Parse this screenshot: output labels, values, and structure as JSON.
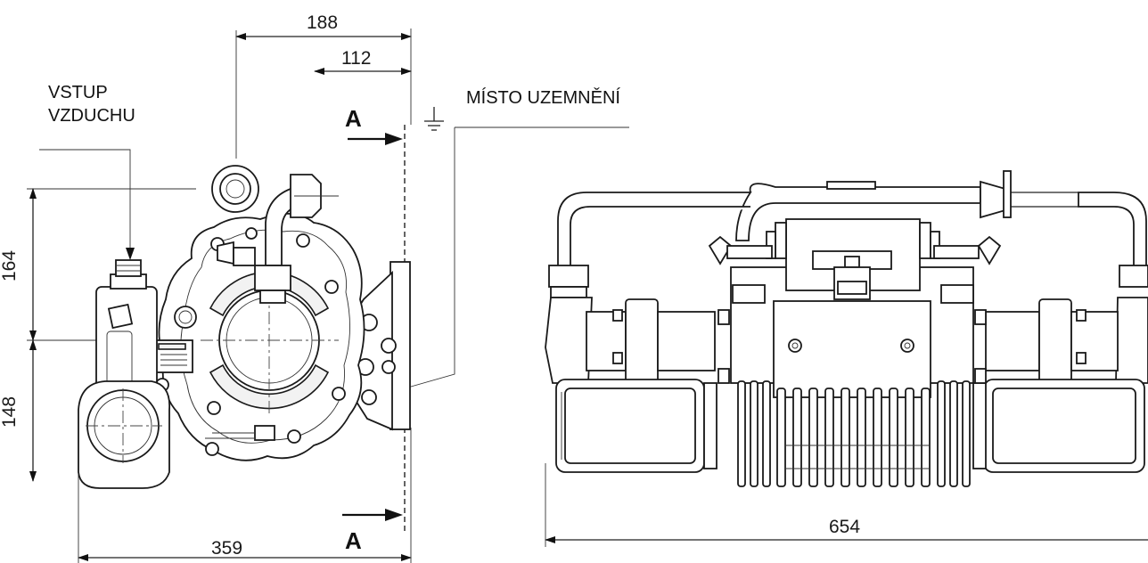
{
  "dimensions": {
    "top_width": "188",
    "top_offset": "112",
    "left_height_upper": "164",
    "left_height_lower": "148",
    "bottom_width": "359",
    "front_width": "654"
  },
  "labels": {
    "air_inlet_line1": "VSTUP",
    "air_inlet_line2": "VZDUCHU",
    "grounding_point": "MÍSTO UZEMNĚNÍ",
    "section_top": "A",
    "section_bottom": "A"
  }
}
